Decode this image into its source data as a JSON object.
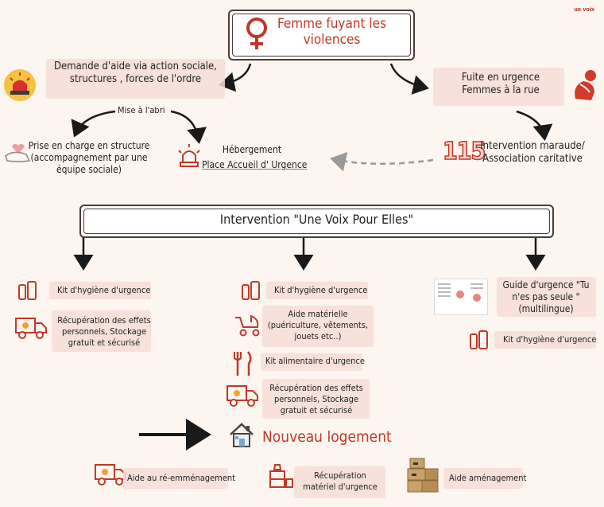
{
  "brand": {
    "mark": "ue voix"
  },
  "top": {
    "title": "Femme fuyant les violences"
  },
  "left_branch": {
    "request": "Demande d'aide via action sociale, structures , forces de l'ordre",
    "shelter_label": "Mise à l'abri",
    "care": "Prise en charge en structure (accompagnement par une équipe sociale)",
    "hebergement": "Hébergement",
    "pau_line": "Place Accueil d' Urgence"
  },
  "right_branch": {
    "flight": "Fuite en urgence Femmes à la rue",
    "number": "115",
    "maraude": "Intervention maraude/ Association caritative"
  },
  "intervention": {
    "title": "Intervention \"Une Voix Pour Elles\""
  },
  "col_left": {
    "kit": "Kit d'hygiène d'urgence",
    "recup": "Récupération des effets personnels, Stockage gratuit et sécurisé"
  },
  "col_center": {
    "kit": "Kit d'hygiène d'urgence",
    "materielle": "Aide matérielle (puériculture, vêtements, jouets etc..)",
    "alimentaire": "Kit alimentaire d'urgence",
    "recup": "Récupération des effets personnels, Stockage gratuit et sécurisé"
  },
  "col_right": {
    "guide": "Guide d'urgence \"Tu n'es pas seule \" (multilingue)",
    "kit": "Kit d'hygiène d'urgence"
  },
  "logement": {
    "title": "Nouveau logement"
  },
  "bottom": {
    "reemmenagement": "Aide au ré-emménagement",
    "recup_materiel": "Récupération matériel d'urgence",
    "amenagement": "Aide aménagement"
  },
  "colors": {
    "accent": "#c0392b",
    "wash": "#f6ddd6",
    "frame": "#4a3b38",
    "background": "#fdf5ef"
  }
}
